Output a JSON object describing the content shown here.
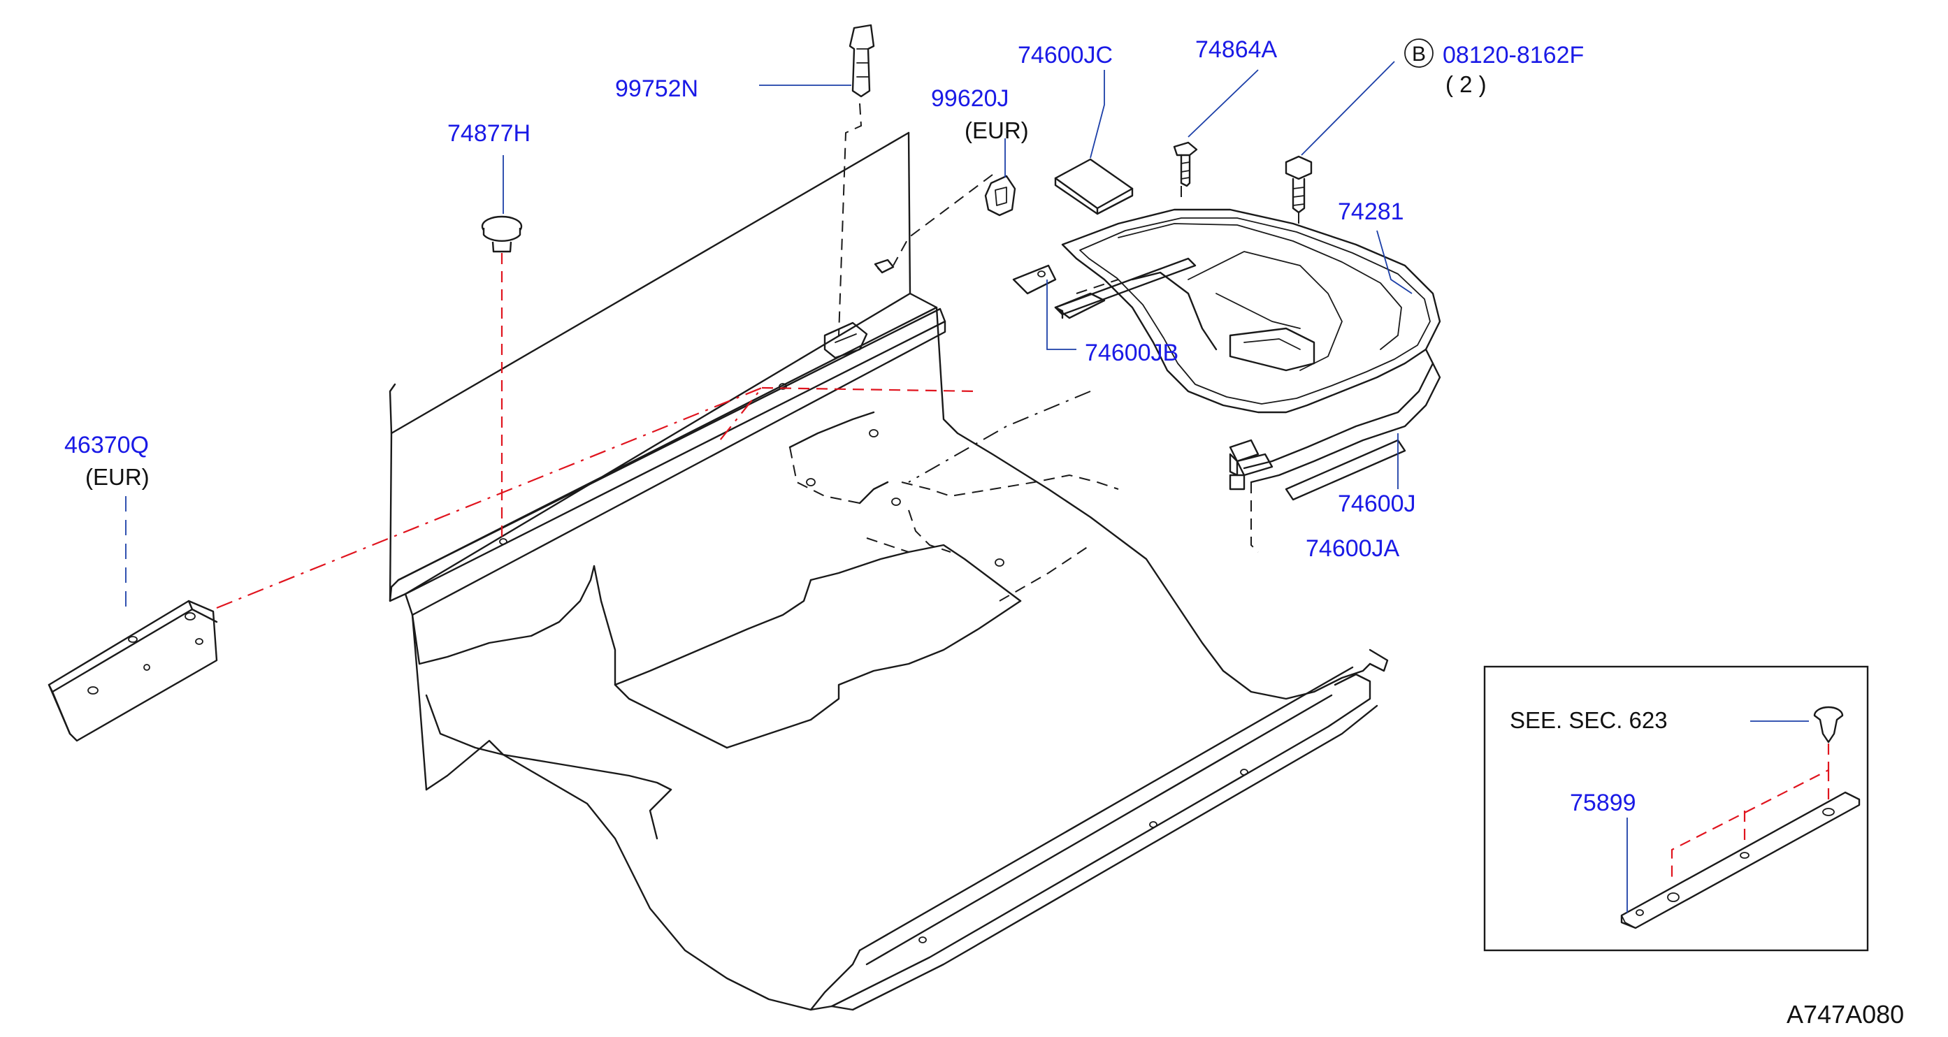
{
  "diagram_code": "A747A080",
  "parts": [
    {
      "id": "99752N",
      "label": "99752N"
    },
    {
      "id": "74877H",
      "label": "74877H"
    },
    {
      "id": "99620J",
      "label": "99620J",
      "note": "(EUR)"
    },
    {
      "id": "74600JC",
      "label": "74600JC"
    },
    {
      "id": "74864A",
      "label": "74864A"
    },
    {
      "id": "08120-8162F",
      "label": "08120-8162F",
      "prefix": "B",
      "quantity": "( 2 )"
    },
    {
      "id": "74281",
      "label": "74281"
    },
    {
      "id": "74600JB",
      "label": "74600JB"
    },
    {
      "id": "74600J",
      "label": "74600J"
    },
    {
      "id": "74600JA",
      "label": "74600JA"
    },
    {
      "id": "46370Q",
      "label": "46370Q",
      "note": "(EUR)"
    }
  ],
  "inset": {
    "see_text": "SEE.  SEC.  623",
    "part": {
      "id": "75899",
      "label": "75899"
    }
  },
  "colors": {
    "part_number": "#1a1ae6",
    "leader": "#1c3fa8",
    "hidden_line": "#e0141e",
    "line_art": "#1a1a1a"
  }
}
